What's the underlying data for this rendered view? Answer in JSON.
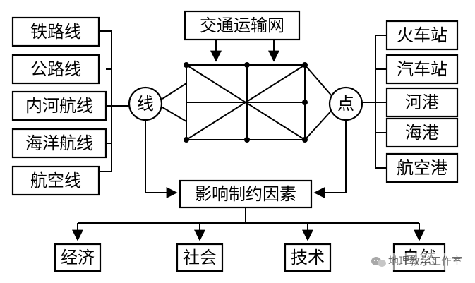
{
  "title": "交通运输网",
  "line_label": "线",
  "point_label": "点",
  "factors_label": "影响制约因素",
  "line_types": [
    "铁路线",
    "公路线",
    "内河航线",
    "海洋航线",
    "航空线"
  ],
  "point_types": [
    "火车站",
    "汽车站",
    "河港",
    "海港",
    "航空港"
  ],
  "factors": [
    "经济",
    "社会",
    "技术",
    "自然"
  ],
  "watermark": "地理教学工作室",
  "watermark_icon": "wechat-icon"
}
